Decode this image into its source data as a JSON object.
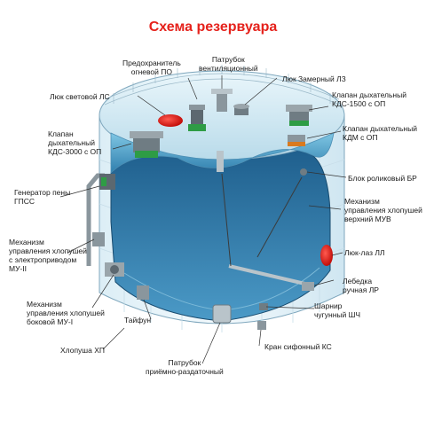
{
  "title": "Схема резервуара",
  "labels": {
    "predokhranitel": [
      "Предохранитель",
      "огневой ПО"
    ],
    "patrubok_vent": [
      "Патрубок",
      "вентиляционный"
    ],
    "lyuk_zamerny": [
      "Люк Замерный ЛЗ"
    ],
    "lyuk_svetovoy": [
      "Люк световой ЛС"
    ],
    "klapan_kds1500": [
      "Клапан дыхательный",
      "КДС-1500 с ОП"
    ],
    "klapan_kds3000": [
      "Клапан",
      "дыхательный",
      "КДС-3000 с ОП"
    ],
    "klapan_kdm": [
      "Клапан дыхательный",
      "КДМ с ОП"
    ],
    "blok_rolikovy": [
      "Блок роликовый БР"
    ],
    "generator": [
      "Генератор пены",
      "ГПСС"
    ],
    "mekhanizm_muv": [
      "Механизм",
      "управления хлопушей",
      "верхний МУВ"
    ],
    "mekhanizm_mu2": [
      "Механизм",
      "управления хлопушей",
      "с электроприводом",
      "МУ-II"
    ],
    "lyuk_laz": [
      "Люк-лаз ЛЛ"
    ],
    "lebedka": [
      "Лебедка",
      "ручная ЛР"
    ],
    "mekhanizm_mu1": [
      "Механизм",
      "управления хлопушей",
      "боковой МУ-I"
    ],
    "sharnir": [
      "Шарнир",
      "чугунный ШЧ"
    ],
    "tayfun": [
      "Тайфун"
    ],
    "khlopusha": [
      "Хлопуша ХП"
    ],
    "kran_sifonny": [
      "Кран сифонный КС"
    ],
    "patrubok_priemno": [
      "Патрубок",
      "приёмно-раздаточный"
    ]
  }
}
